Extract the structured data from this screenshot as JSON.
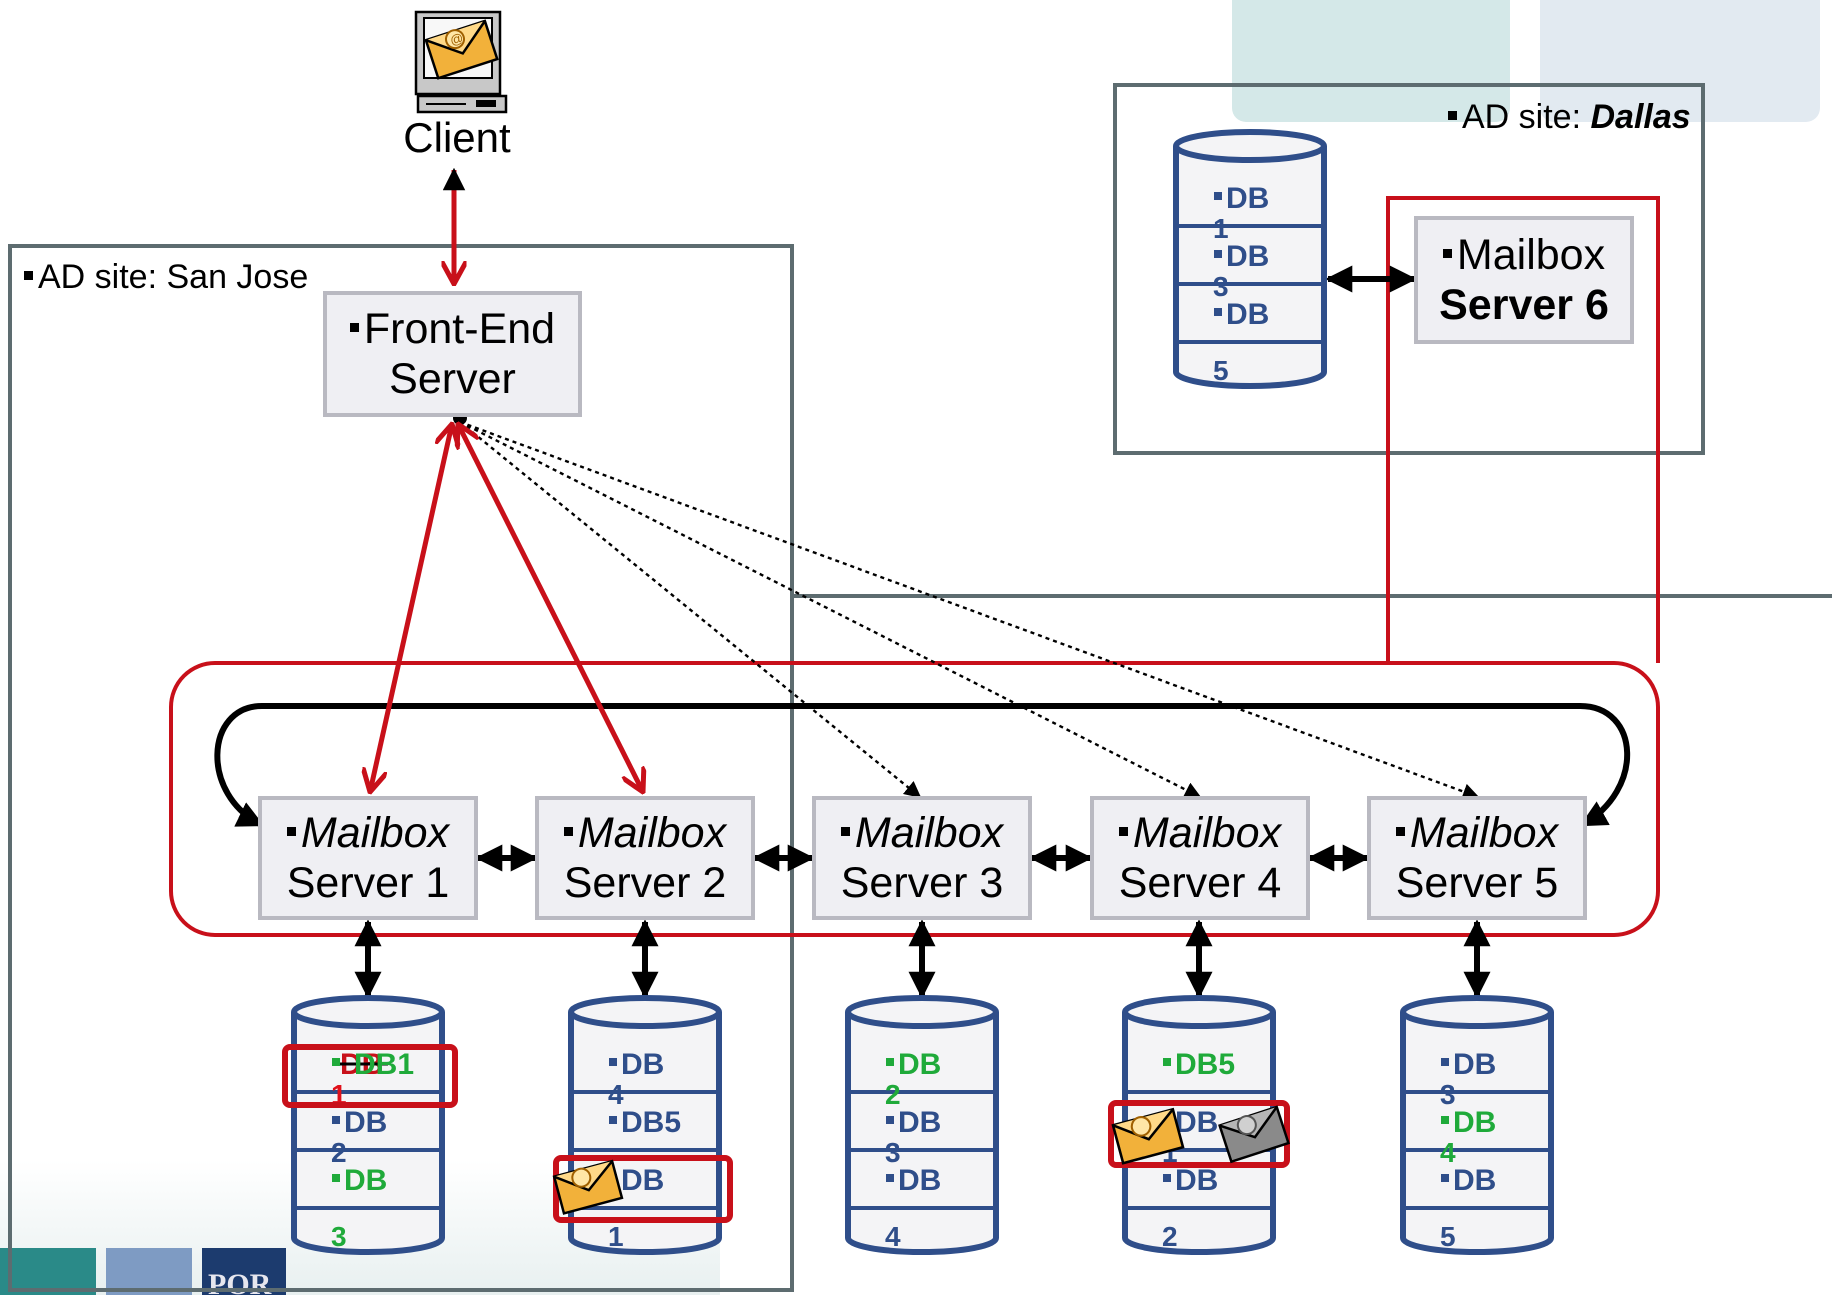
{
  "client": {
    "label": "Client",
    "icon": "mail-client-computer-icon"
  },
  "sites": [
    {
      "label": "AD site: San Jose"
    },
    {
      "label_prefix": "AD site: ",
      "label_city": "Dallas"
    }
  ],
  "front_end": {
    "line1": "Front-End",
    "line2": "Server"
  },
  "mailbox_servers": [
    {
      "line1": "Mailbox",
      "line2": "Server 1"
    },
    {
      "line1": "Mailbox",
      "line2": "Server 2"
    },
    {
      "line1": "Mailbox",
      "line2": "Server 3"
    },
    {
      "line1": "Mailbox",
      "line2": "Server 4"
    },
    {
      "line1": "Mailbox",
      "line2": "Server 5"
    },
    {
      "line1": "Mailbox",
      "line2": "Server 6"
    }
  ],
  "databases": [
    {
      "rows": [
        {
          "text": "DB1",
          "color": "#1faa3a",
          "struck": "DB",
          "struck_color": "#c8101a"
        },
        {
          "text": "DB",
          "color": "#2f4e8a",
          "num": "1",
          "num_color": "#e0101a"
        },
        {
          "text": "DB",
          "color": "#1faa3a",
          "num": "2",
          "num_color": "#2f4e8a"
        },
        {
          "text": "",
          "num": "3",
          "num_color": "#1faa3a"
        }
      ]
    },
    {
      "rows": [
        {
          "text": "DB",
          "color": "#2f4e8a"
        },
        {
          "text": "DB5",
          "color": "#2f4e8a",
          "num": "4",
          "num_color": "#2f4e8a"
        },
        {
          "text": "DB",
          "color": "#2f4e8a"
        },
        {
          "text": "",
          "num": "1",
          "num_color": "#2f4e8a"
        }
      ]
    },
    {
      "rows": [
        {
          "text": "DB",
          "color": "#1faa3a"
        },
        {
          "text": "DB",
          "color": "#2f4e8a",
          "num": "2",
          "num_color": "#1faa3a"
        },
        {
          "text": "DB",
          "color": "#2f4e8a",
          "num": "3",
          "num_color": "#2f4e8a"
        },
        {
          "text": "",
          "num": "4",
          "num_color": "#2f4e8a"
        }
      ]
    },
    {
      "rows": [
        {
          "text": "DB5",
          "color": "#1faa3a"
        },
        {
          "text": "DB",
          "color": "#2f4e8a"
        },
        {
          "text": "DB",
          "color": "#2f4e8a",
          "num": "1",
          "num_color": "#2f4e8a"
        },
        {
          "text": "",
          "num": "2",
          "num_color": "#2f4e8a"
        }
      ]
    },
    {
      "rows": [
        {
          "text": "DB",
          "color": "#2f4e8a"
        },
        {
          "text": "DB",
          "color": "#1faa3a",
          "num": "3",
          "num_color": "#2f4e8a"
        },
        {
          "text": "DB",
          "color": "#2f4e8a",
          "num": "4",
          "num_color": "#1faa3a"
        },
        {
          "text": "",
          "num": "5",
          "num_color": "#2f4e8a"
        }
      ]
    },
    {
      "rows": [
        {
          "text": "DB",
          "color": "#2f4e8a"
        },
        {
          "text": "DB",
          "color": "#2f4e8a",
          "num": "1",
          "num_color": "#2f4e8a"
        },
        {
          "text": "DB",
          "color": "#2f4e8a",
          "num": "3",
          "num_color": "#2f4e8a"
        },
        {
          "text": "",
          "num": "5",
          "num_color": "#2f4e8a"
        }
      ]
    }
  ],
  "corner_logo": "POR",
  "colors": {
    "accent_red": "#c8101a",
    "frame_gray": "#5d6c70",
    "db_blue": "#2f4e8a",
    "db_green": "#1faa3a"
  }
}
